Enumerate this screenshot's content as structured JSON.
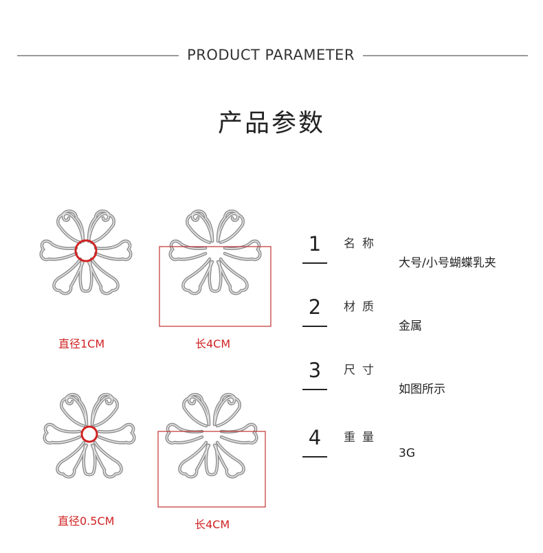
{
  "header": {
    "subtitle": "PRODUCT PARAMETER",
    "title": "产品参数"
  },
  "products": {
    "large_diameter_caption": "直径1CM",
    "large_length_caption": "长4CM",
    "small_diameter_caption": "直径0.5CM",
    "small_length_caption": "长4CM"
  },
  "params": [
    {
      "num": "1",
      "label": "名称",
      "value": "大号/小号蝴蝶乳夹"
    },
    {
      "num": "2",
      "label": "材质",
      "value": "金属"
    },
    {
      "num": "3",
      "label": "尺寸",
      "value": "如图所示"
    },
    {
      "num": "4",
      "label": "重量",
      "value": "3G"
    }
  ],
  "colors": {
    "accent_red": "#d02222",
    "metal": "#9a9a9a"
  }
}
